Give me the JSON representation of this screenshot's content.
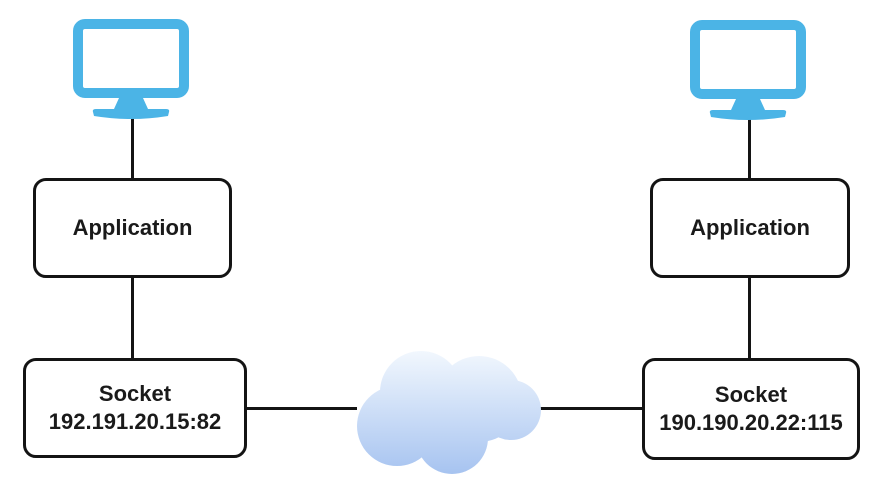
{
  "colors": {
    "monitor_blue": "#4BB4E6",
    "line_black": "#141414",
    "cloud_top": "#F4F9FE",
    "cloud_bottom": "#A6C3F0",
    "box_fill": "#FFFFFF"
  },
  "nodes": {
    "left_application": {
      "label": "Application"
    },
    "right_application": {
      "label": "Application"
    },
    "left_socket": {
      "title": "Socket",
      "address": "192.191.20.15:82"
    },
    "right_socket": {
      "title": "Socket",
      "address": "190.190.20.22:115"
    }
  },
  "icons": {
    "left_computer": "monitor-icon",
    "right_computer": "monitor-icon",
    "network": "cloud-icon"
  }
}
